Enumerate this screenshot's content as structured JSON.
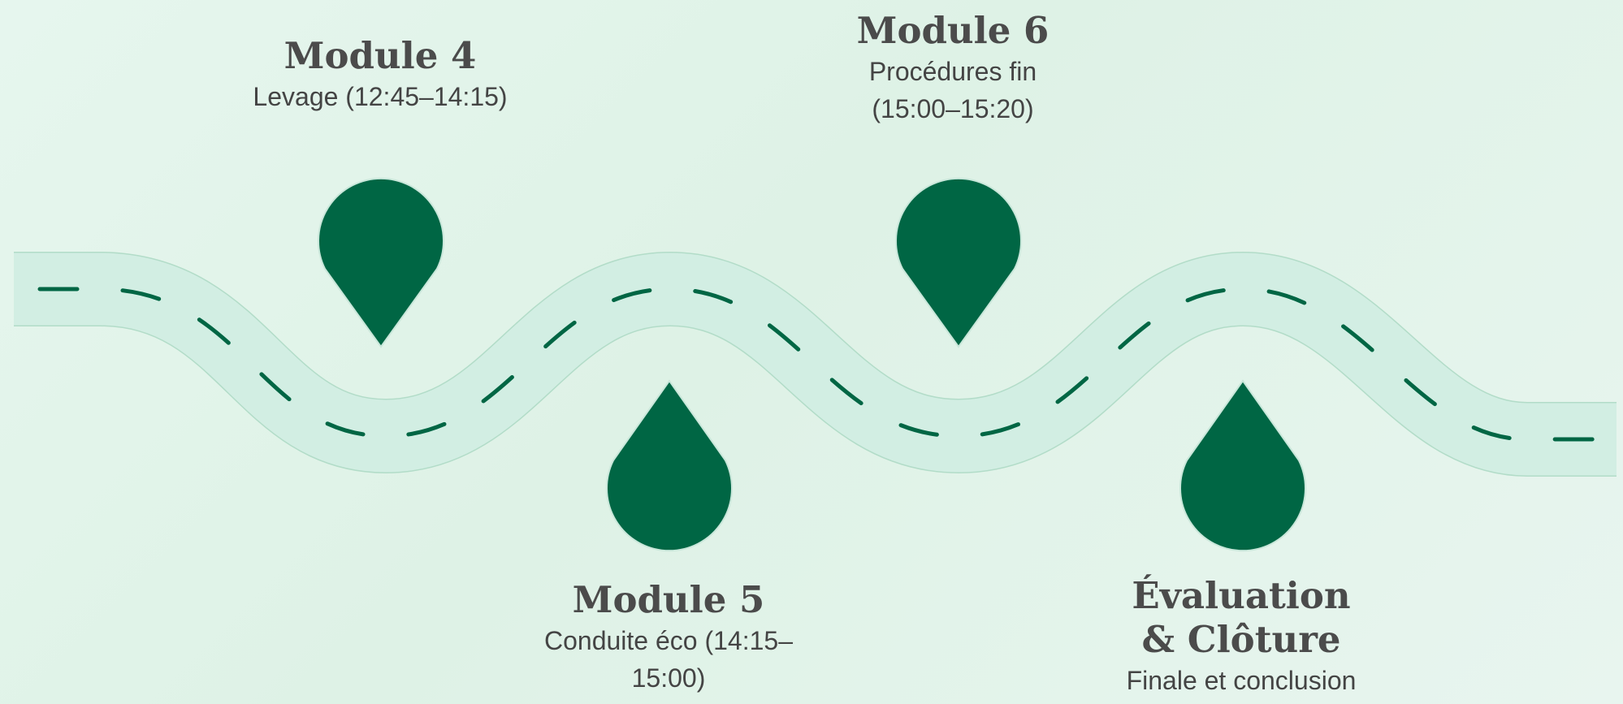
{
  "milestones": [
    {
      "id": "m4",
      "title": "Module 4",
      "subtitle": "Levage (12:45–14:15)",
      "pin": "pin-down"
    },
    {
      "id": "m5",
      "title": "Module 5",
      "subtitle": "Conduite éco (14:15–15:00)",
      "pin": "pin-up"
    },
    {
      "id": "m6",
      "title": "Module 6",
      "subtitle": "Procédures fin (15:00–15:20)",
      "pin": "pin-down"
    },
    {
      "id": "eval",
      "title": "Évaluation & Clôture",
      "subtitle": "Finale et conclusion",
      "pin": "pin-up"
    }
  ],
  "colors": {
    "pin": "#006644",
    "road_fill": "#d2eee3",
    "road_edge": "#b2dcc8",
    "dash": "#006644"
  }
}
